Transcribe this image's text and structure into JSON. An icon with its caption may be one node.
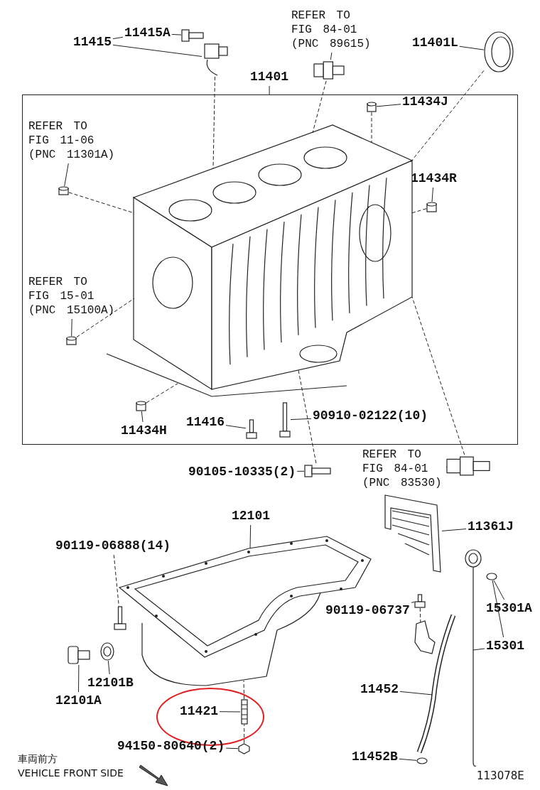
{
  "diagram": {
    "nodes": [
      {
        "text": [
          "11415"
        ]
      },
      {
        "text": [
          "11415A"
        ]
      },
      {
        "text": [],
        "shape": "picture"
      },
      {
        "text": [],
        "shape": "picture"
      },
      {
        "text": [
          "REFER TO FIG 84-01 (PNC 89615)"
        ]
      },
      {
        "text": [],
        "shape": "picture"
      },
      {
        "text": [
          "11401L"
        ]
      },
      {
        "text": [],
        "shape": "picture"
      },
      {
        "text": [
          "11401"
        ]
      },
      {
        "text": [],
        "shape": "box"
      },
      {
        "text": [
          "11434J"
        ],
        "in": 9
      },
      {
        "text": [],
        "shape": "cylinder",
        "in": 9
      },
      {
        "text": [
          "REFER TO FIG 11-06 (PNC 11301A)"
        ],
        "in": 9
      },
      {
        "text": [],
        "shape": "cylinder",
        "in": 9
      },
      {
        "text": [
          "11434R"
        ],
        "in": 9
      },
      {
        "text": [],
        "shape": "cylinder",
        "in": 9
      },
      {
        "text": [
          "REFER TO FIG 15-01 (PNC 15100A)"
        ],
        "in": 9
      },
      {
        "text": [],
        "shape": "cylinder",
        "in": 9
      },
      {
        "text": [
          "11434H"
        ],
        "in": 9
      },
      {
        "text": [],
        "shape": "cylinder",
        "in": 9
      },
      {
        "text": [
          "11416"
        ],
        "in": 9
      },
      {
        "text": [],
        "shape": "picture",
        "in": 9
      },
      {
        "text": [
          "90910-02122(10)"
        ],
        "in": 9
      },
      {
        "text": [],
        "shape": "picture",
        "in": 9
      },
      {
        "text": [],
        "shape": "picture",
        "in": 9
      },
      {
        "text": [
          "90105-10335(2)"
        ]
      },
      {
        "text": [],
        "shape": "picture"
      },
      {
        "text": [
          "REFER TO FIG 84-01 (PNC 83530)"
        ]
      },
      {
        "text": [],
        "shape": "picture"
      },
      {
        "text": [
          "11361J"
        ]
      },
      {
        "text": [],
        "shape": "picture"
      },
      {
        "text": [
          "12101"
        ]
      },
      {
        "text": [],
        "shape": "picture"
      },
      {
        "text": [
          "90119-06888(14)"
        ]
      },
      {
        "text": [],
        "shape": "picture"
      },
      {
        "text": [
          "12101B"
        ]
      },
      {
        "text": [],
        "shape": "picture"
      },
      {
        "text": [
          "12101A"
        ]
      },
      {
        "text": [],
        "shape": "picture"
      },
      {
        "text": [
          "90119-06737"
        ]
      },
      {
        "text": [],
        "shape": "picture"
      },
      {
        "text": [
          "15301A"
        ]
      },
      {
        "text": [],
        "shape": "circle"
      },
      {
        "text": [
          "15301"
        ]
      },
      {
        "text": [],
        "shape": "picture"
      },
      {
        "text": [
          "11452"
        ]
      },
      {
        "text": [],
        "shape": "picture"
      },
      {
        "text": [],
        "shape": "ellipse"
      },
      {
        "text": [
          "11421"
        ],
        "in": 47
      },
      {
        "text": [],
        "shape": "picture",
        "in": 47
      },
      {
        "text": [
          "94150-80640(2)"
        ]
      },
      {
        "text": [],
        "shape": "picture"
      },
      {
        "text": [
          "11452B"
        ]
      },
      {
        "text": [],
        "shape": "circle"
      }
    ],
    "edges": [
      {
        "from": 0,
        "to": 1,
        "arrow": "none"
      },
      {
        "from": 0,
        "to": 3,
        "arrow": "none"
      },
      {
        "from": 1,
        "to": 2,
        "arrow": "none"
      },
      {
        "from": 3,
        "to": 24,
        "arrow": "none",
        "style": "dashed"
      },
      {
        "from": 4,
        "to": 5,
        "arrow": "none"
      },
      {
        "from": 5,
        "to": 24,
        "arrow": "none",
        "style": "dashed"
      },
      {
        "from": 6,
        "to": 7,
        "arrow": "none"
      },
      {
        "from": 7,
        "to": 24,
        "arrow": "none",
        "style": "dashed"
      },
      {
        "from": 8,
        "to": 9,
        "arrow": "none"
      },
      {
        "from": 10,
        "to": 11,
        "arrow": "none"
      },
      {
        "from": 11,
        "to": 24,
        "arrow": "none",
        "style": "dashed"
      },
      {
        "from": 12,
        "to": 13,
        "arrow": "none"
      },
      {
        "from": 13,
        "to": 24,
        "arrow": "none",
        "style": "dashed"
      },
      {
        "from": 14,
        "to": 15,
        "arrow": "none"
      },
      {
        "from": 15,
        "to": 24,
        "arrow": "none",
        "style": "dashed"
      },
      {
        "from": 16,
        "to": 17,
        "arrow": "none"
      },
      {
        "from": 17,
        "to": 24,
        "arrow": "none",
        "style": "dashed"
      },
      {
        "from": 18,
        "to": 19,
        "arrow": "none"
      },
      {
        "from": 19,
        "to": 24,
        "arrow": "none",
        "style": "dashed"
      },
      {
        "from": 20,
        "to": 21,
        "arrow": "none"
      },
      {
        "from": 22,
        "to": 23,
        "arrow": "none"
      },
      {
        "from": 25,
        "to": 26,
        "arrow": "none"
      },
      {
        "from": 26,
        "to": 24,
        "arrow": "none",
        "style": "dashed"
      },
      {
        "from": 27,
        "to": 28,
        "arrow": "none"
      },
      {
        "from": 28,
        "to": 24,
        "arrow": "none",
        "style": "dashed"
      },
      {
        "from": 29,
        "to": 30,
        "arrow": "none"
      },
      {
        "from": 31,
        "to": 32,
        "arrow": "none"
      },
      {
        "from": 33,
        "to": 34,
        "arrow": "none",
        "style": "dashed"
      },
      {
        "from": 35,
        "to": 36,
        "arrow": "none"
      },
      {
        "from": 37,
        "to": 38,
        "arrow": "none"
      },
      {
        "from": 39,
        "to": 40,
        "arrow": "none"
      },
      {
        "from": 40,
        "to": 46,
        "arrow": "none",
        "style": "dashed"
      },
      {
        "from": 41,
        "to": 42,
        "arrow": "none"
      },
      {
        "from": 43,
        "to": 44,
        "arrow": "none"
      },
      {
        "from": 43,
        "to": 42,
        "arrow": "none"
      },
      {
        "from": 45,
        "to": 46,
        "arrow": "none"
      },
      {
        "from": 48,
        "to": 49,
        "arrow": "none"
      },
      {
        "from": 49,
        "to": 32,
        "arrow": "none",
        "style": "dashed"
      },
      {
        "from": 50,
        "to": 51,
        "arrow": "none"
      },
      {
        "from": 51,
        "to": 49,
        "arrow": "none",
        "style": "dashed"
      },
      {
        "from": 52,
        "to": 53,
        "arrow": "none"
      }
    ],
    "labels": [
      "車両前方",
      "VEHICLE FRONT SIDE",
      "113078E"
    ]
  }
}
